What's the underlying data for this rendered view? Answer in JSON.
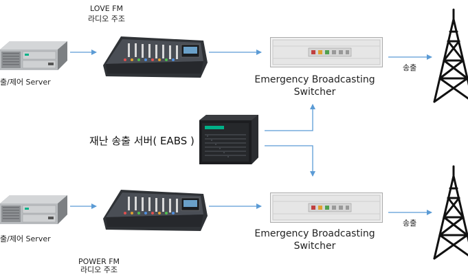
{
  "top_row": {
    "server_label": "출/제어 Server",
    "console_label_line1": "LOVE FM",
    "console_label_line2": "라디오 주조",
    "switcher_label_line1": "Emergency Broadcasting",
    "switcher_label_line2": "Switcher",
    "output_label": "송출"
  },
  "middle": {
    "eabs_label": "재난 송출 서버( EABS )"
  },
  "bottom_row": {
    "server_label": "출/제어 Server",
    "console_label_line1": "POWER FM",
    "console_label_line2": "라디오 주조",
    "switcher_label_line1": "Emergency Broadcasting",
    "switcher_label_line2": "Switcher",
    "output_label": "송출"
  },
  "colors": {
    "arrow": "#5b9bd5",
    "server_body": "#b9bcbf",
    "console_body": "#3a3d42",
    "switcher_body": "#e8e8e8",
    "tower": "#111111",
    "hpe_accent": "#00b188"
  }
}
